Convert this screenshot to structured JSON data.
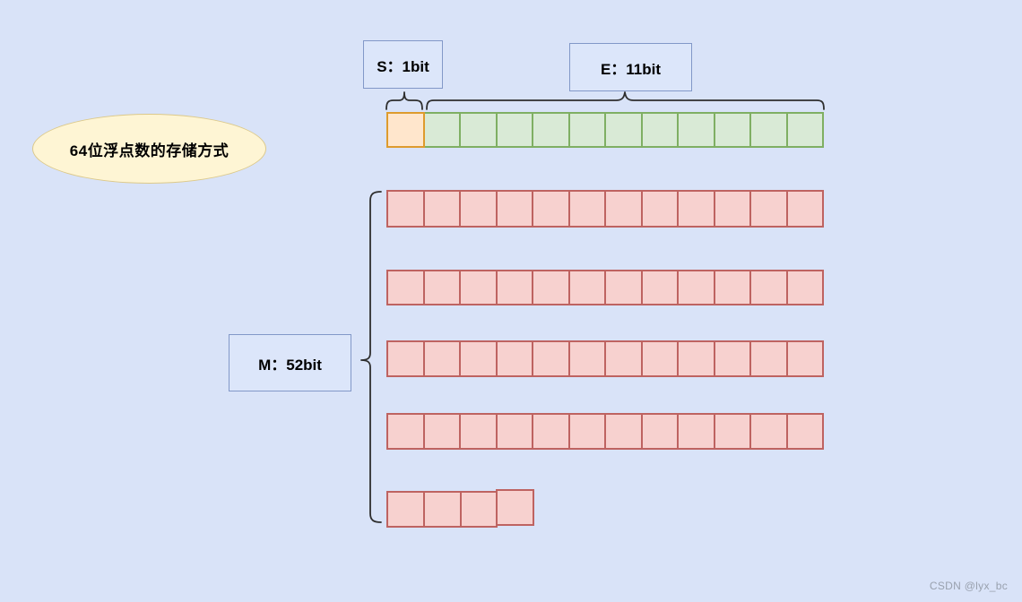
{
  "diagram": {
    "title": "64位浮点数的存储方式",
    "labels": {
      "s": "S：1bit",
      "e": "E：11bit",
      "m": "M：52bit"
    },
    "bits": {
      "sign": 1,
      "exponent": 11,
      "mantissa": 52
    },
    "rows": [
      {
        "name": "sign-exponent-row",
        "segments": [
          {
            "type": "s",
            "count": 1
          },
          {
            "type": "e",
            "count": 11
          }
        ]
      },
      {
        "name": "mantissa-row-1",
        "segments": [
          {
            "type": "m",
            "count": 12
          }
        ]
      },
      {
        "name": "mantissa-row-2",
        "segments": [
          {
            "type": "m",
            "count": 12
          }
        ]
      },
      {
        "name": "mantissa-row-3",
        "segments": [
          {
            "type": "m",
            "count": 12
          }
        ]
      },
      {
        "name": "mantissa-row-4",
        "segments": [
          {
            "type": "m",
            "count": 12
          }
        ]
      },
      {
        "name": "mantissa-row-5",
        "segments": [
          {
            "type": "m",
            "count": 4
          }
        ]
      }
    ],
    "colors": {
      "background": "#D9E3F8",
      "label_fill": "#DCE6FA",
      "label_stroke": "#8298C8",
      "title_fill": "#FEF5D4",
      "title_stroke": "#DCC98A",
      "s_fill": "#FFE6CC",
      "s_stroke": "#DE9B2D",
      "e_fill": "#D9EAD6",
      "e_stroke": "#7FAF63",
      "m_fill": "#F7D1CF",
      "m_stroke": "#BE6361",
      "brace_stroke": "#2E2E2E",
      "watermark_color": "#99A1AE"
    }
  },
  "watermark": {
    "text": "CSDN @lyx_bc"
  }
}
